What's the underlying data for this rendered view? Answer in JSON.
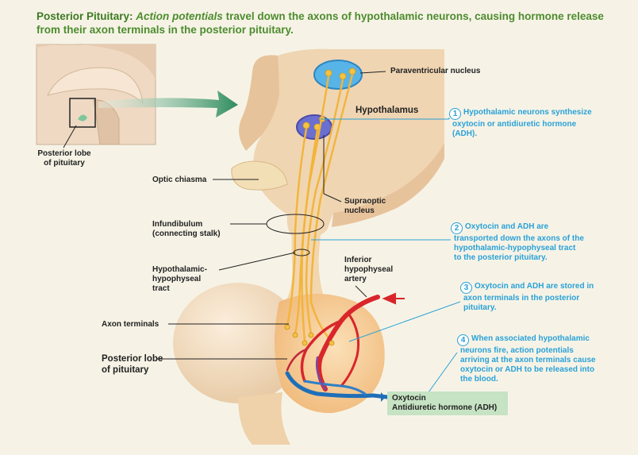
{
  "title": {
    "bold": "Posterior Pituitary:",
    "italic": "Action potentials",
    "rest": "travel down the axons of hypothalamic neurons, causing hormone release from their axon terminals in the posterior pituitary."
  },
  "labels": {
    "paraventricular": "Paraventricular nucleus",
    "hypothalamus": "Hypothalamus",
    "posterior_lobe_inset_1": "Posterior lobe",
    "posterior_lobe_inset_2": "of pituitary",
    "optic_chiasma": "Optic chiasma",
    "supraoptic_1": "Supraoptic",
    "supraoptic_2": "nucleus",
    "infundibulum_1": "Infundibulum",
    "infundibulum_2": "(connecting stalk)",
    "tract_1": "Hypothalamic-",
    "tract_2": "hypophyseal",
    "tract_3": "tract",
    "artery_1": "Inferior",
    "artery_2": "hypophyseal",
    "artery_3": "artery",
    "axon_terminals": "Axon terminals",
    "posterior_lobe_1": "Posterior lobe",
    "posterior_lobe_2": "of pituitary"
  },
  "steps": [
    {
      "num": "1",
      "lines": [
        "Hypothalamic neurons synthesize",
        "oxytocin or antidiuretic hormone",
        "(ADH)."
      ]
    },
    {
      "num": "2",
      "lines": [
        "Oxytocin and ADH are",
        "transported down the axons of the",
        "hypothalamic-hypophyseal tract",
        "to the posterior pituitary."
      ]
    },
    {
      "num": "3",
      "lines": [
        "Oxytocin and ADH are stored in",
        "axon terminals in the posterior",
        "pituitary."
      ]
    },
    {
      "num": "4",
      "lines": [
        "When associated hypothalamic",
        "neurons fire, action potentials",
        "arriving at the axon terminals cause",
        "oxytocin or ADH to be released into",
        "the blood."
      ]
    }
  ],
  "hormones": {
    "line1": "Oxytocin",
    "line2": "Antidiuretic hormone (ADH)"
  },
  "colors": {
    "title": "#4d8c2e",
    "step_text": "#2aa1d8",
    "tissue": "#f1d9b6",
    "axon": "#f2b43a",
    "artery": "#d9262b",
    "vein": "#1f6fb8",
    "hormone_box": "#c6e3c4"
  }
}
